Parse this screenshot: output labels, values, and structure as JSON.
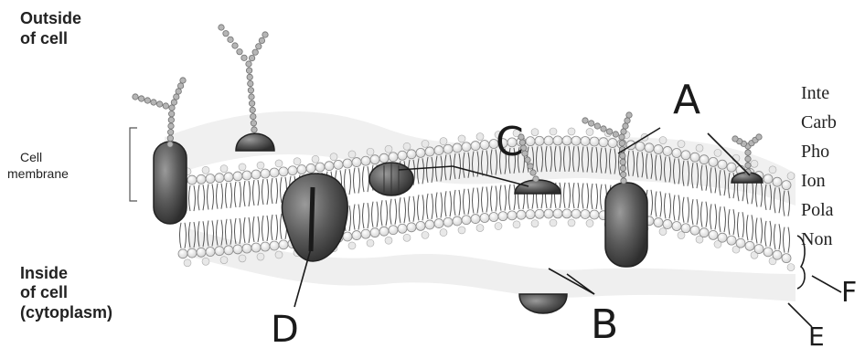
{
  "labels": {
    "outside": [
      "Outside",
      "of cell"
    ],
    "membrane": [
      "Cell",
      "membrane"
    ],
    "inside": [
      "Inside",
      "of cell",
      "(cytoplasm)"
    ]
  },
  "letters": {
    "A": "A",
    "B": "B",
    "C": "C",
    "D": "D",
    "E": "E",
    "F": "F"
  },
  "word_list": [
    "Inte",
    "Carb",
    "Pho",
    "Ion",
    "Pola",
    "Non"
  ],
  "colors": {
    "ink": "#222222",
    "protein": "#5f5f5f",
    "head_fill": "#f4f4f4",
    "head_stroke": "#8a8a8a",
    "sugar": "#707070"
  }
}
